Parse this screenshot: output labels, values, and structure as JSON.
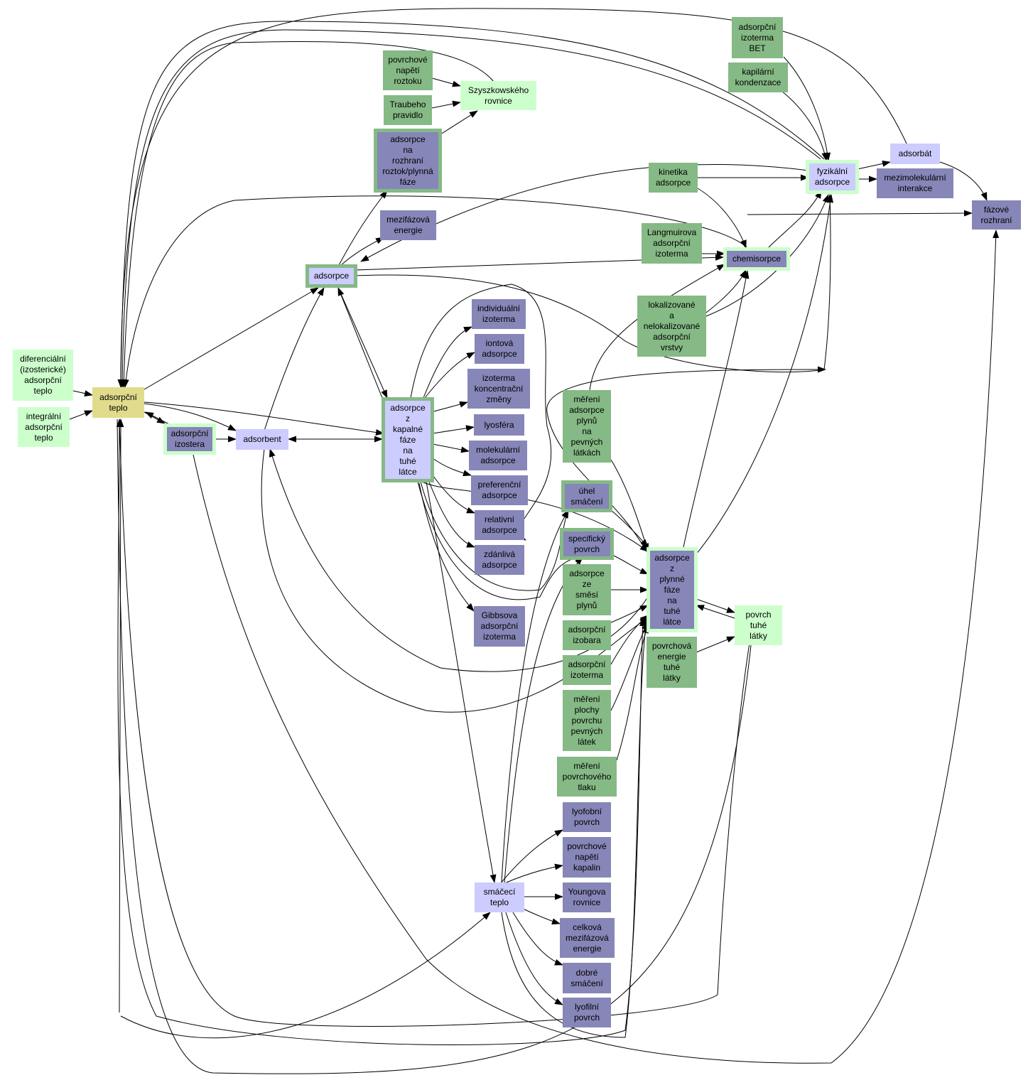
{
  "colors": {
    "dark_blue": "#8686b8",
    "green": "#85b985",
    "light_green": "#ccffcc",
    "lavender": "#ccccff",
    "yellow": "#e0dc8c",
    "edge": "#000000"
  },
  "nodes": {
    "adsorpcni_izoterma_bet": "adsorpční\nizoterma\nBET",
    "kapilarni_kondenzace": "kapilární\nkondenzace",
    "povrchove_napeti_roztoku": "povrchové\nnapětí\nroztoku",
    "szyszkowskeho_rovnice": "Szyszkowského\nrovnice",
    "traubeho_pravidlo": "Traubeho\npravidlo",
    "adsorpce_roztok_plyn": "adsorpce\nna\nrozhraní\nroztok/plynná\nfáze",
    "adsorbat": "adsorbát",
    "kinetika_adsorpce": "kinetika\nadsorpce",
    "fyzikalni_adsorpce": "fyzikální\nadsorpce",
    "mezimolekularni_interakce": "mezimolekulární\ninterakce",
    "fazove_rozhrani": "fázové\nrozhraní",
    "mezifazova_energie": "mezifázová\nenergie",
    "langmuirova_izoterma": "Langmuirova\nadsorpční\nizoterma",
    "chemisorpce": "chemisorpce",
    "adsorpce": "adsorpce",
    "lokalizovane_vrstvy": "lokalizované\na\nnelokalizované\nadsorpční\nvrstvy",
    "individualni_izoterma": "individuální\nizoterma",
    "iontova_adsorpce": "iontová\nadsorpce",
    "izoterma_koncentracni_zmeny": "izoterma\nkoncentrační\nzměny",
    "lyosfera": "lyosféra",
    "molekularni_adsorpce": "molekulární\nadsorpce",
    "preferencni_adsorpce": "preferenční\nadsorpce",
    "relativni_adsorpce": "relativní\nadsorpce",
    "zdanliva_adsorpce": "zdánlivá\nadsorpce",
    "gibbsova_izoterma": "Gibbsova\nadsorpční\nizoterma",
    "diferencialni_teplo": "diferenciální\n(izosterické)\nadsorpční\nteplo",
    "integralni_teplo": "integrální\nadsorpční\nteplo",
    "adsorpcni_teplo": "adsorpční\nteplo",
    "adsorpcni_izostera": "adsorpční\nizostera",
    "adsorbent": "adsorbent",
    "adsorpce_kapalina_tuha": "adsorpce\nz\nkapalné\nfáze\nna\ntuhé\nlátce",
    "mereni_adsorpce_plynu": "měření\nadsorpce\nplynů\nna\npevných\nlátkách",
    "uhel_smaceni": "úhel\nsmáčení",
    "specificky_povrch": "specifický\npovrch",
    "adsorpce_plyn_tuha": "adsorpce\nz\nplynné\nfáze\nna\ntuhé\nlátce",
    "adsorpce_ze_smesi_plynu": "adsorpce\nze\nsměsí\nplynů",
    "povrch_tuhe_latky": "povrch\ntuhé\nlátky",
    "adsorpcni_izobara": "adsorpční\nizobara",
    "povrchova_energie_tuhe_latky": "povrchová\nenergie\ntuhé\nlátky",
    "adsorpcni_izoterma": "adsorpční\nizoterma",
    "mereni_plochy_povrchu": "měření\nplochy\npovrchu\npevných\nlátek",
    "mereni_povrchoveho_tlaku": "měření\npovrchového\ntlaku",
    "lyofobni_povrch": "lyofobní\npovrch",
    "povrchove_napeti_kapalin": "povrchové\nnapětí\nkapalin",
    "smaceci_teplo": "smáčecí\nteplo",
    "youngova_rovnice": "Youngova\nrovnice",
    "celkova_mezifazova_energie": "celková\nmezifázová\nenergie",
    "dobre_smaceni": "dobré\nsmáčení",
    "lyofilni_povrch": "lyofilní\npovrch"
  }
}
